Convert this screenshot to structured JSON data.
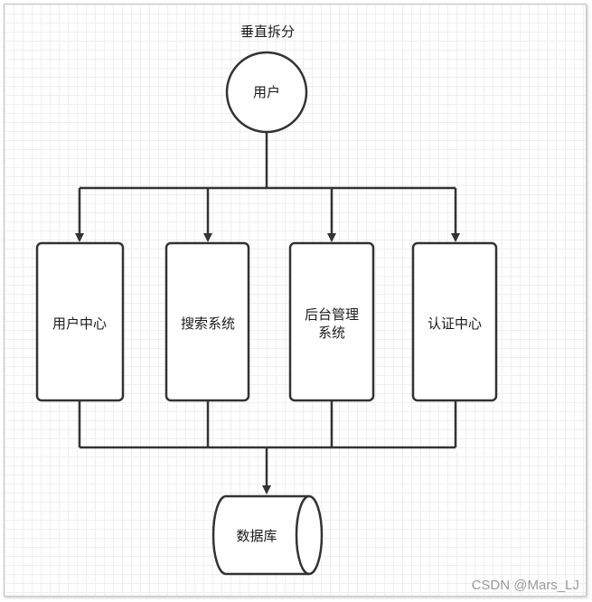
{
  "title": "垂直拆分",
  "user": {
    "label": "用户"
  },
  "services": [
    {
      "lines": [
        "用户中心"
      ]
    },
    {
      "lines": [
        "搜索系统"
      ]
    },
    {
      "lines": [
        "后台管理",
        "系统"
      ]
    },
    {
      "lines": [
        "认证中心"
      ]
    }
  ],
  "database": {
    "label": "数据库"
  },
  "watermark": "CSDN @Mars_LJ",
  "colors": {
    "stroke": "#333333",
    "grid": "#efefef",
    "text": "#1a1a1a"
  }
}
